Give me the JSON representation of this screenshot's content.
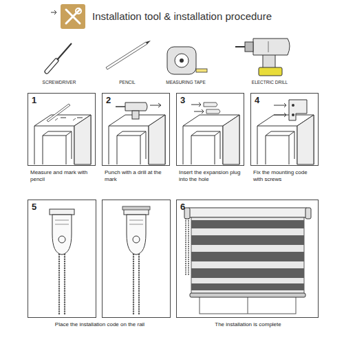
{
  "diagram": {
    "title": "Installation tool & installation procedure",
    "nodes": [
      {
        "text": [
          "1",
          "Measure and mark with pencil"
        ]
      },
      {
        "text": [
          "2",
          "Punch with a drill at the mark"
        ]
      },
      {
        "text": [
          "3",
          "Insert the expansion plug into the hole"
        ]
      },
      {
        "text": [
          "4",
          "Fix the mounting code with screws"
        ]
      },
      {
        "text": [
          "5",
          "Place the installation code on the rail"
        ]
      },
      {
        "text": [
          "6",
          "The installation is complete"
        ]
      }
    ],
    "labels": [
      "SCREWDRIVER",
      "PENCIL",
      "MEASURING TAPE",
      "ELECTRIC DRILL"
    ]
  }
}
